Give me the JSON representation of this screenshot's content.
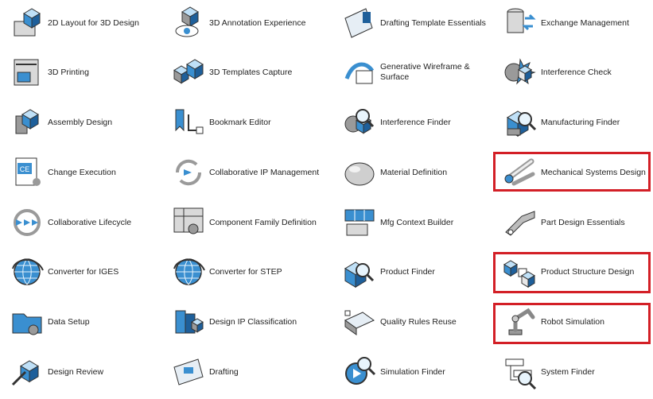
{
  "highlight_color": "#d31f26",
  "columns": [
    {
      "items": [
        {
          "label": "2D Layout for 3D Design",
          "icon": "2d-layout-icon"
        },
        {
          "label": "3D Printing",
          "icon": "3d-printer-icon"
        },
        {
          "label": "Assembly Design",
          "icon": "assembly-icon"
        },
        {
          "label": "Change Execution",
          "icon": "change-execution-icon"
        },
        {
          "label": "Collaborative Lifecycle",
          "icon": "lifecycle-icon"
        },
        {
          "label": "Converter for IGES",
          "icon": "globe-converter-icon"
        },
        {
          "label": "Data Setup",
          "icon": "folder-gear-icon"
        },
        {
          "label": "Design Review",
          "icon": "design-review-icon"
        }
      ]
    },
    {
      "items": [
        {
          "label": "3D Annotation Experience",
          "icon": "annotation-eye-icon"
        },
        {
          "label": "3D Templates Capture",
          "icon": "templates-cube-icon"
        },
        {
          "label": "Bookmark Editor",
          "icon": "bookmark-icon"
        },
        {
          "label": "Collaborative IP Management",
          "icon": "collab-arrows-icon"
        },
        {
          "label": "Component Family Definition",
          "icon": "component-family-icon"
        },
        {
          "label": "Converter for STEP",
          "icon": "globe-converter-icon"
        },
        {
          "label": "Design IP Classification",
          "icon": "classification-icon"
        },
        {
          "label": "Drafting",
          "icon": "drafting-sheet-icon"
        }
      ]
    },
    {
      "items": [
        {
          "label": "Drafting Template Essentials",
          "icon": "drafting-template-icon"
        },
        {
          "label": "Generative Wireframe & Surface",
          "icon": "wireframe-surface-icon"
        },
        {
          "label": "Interference Finder",
          "icon": "interference-finder-icon"
        },
        {
          "label": "Material Definition",
          "icon": "material-sphere-icon"
        },
        {
          "label": "Mfg Context Builder",
          "icon": "mfg-context-icon"
        },
        {
          "label": "Product Finder",
          "icon": "product-finder-icon"
        },
        {
          "label": "Quality Rules Reuse",
          "icon": "quality-rules-icon"
        },
        {
          "label": "Simulation Finder",
          "icon": "simulation-finder-icon"
        }
      ]
    },
    {
      "items": [
        {
          "label": "Exchange Management",
          "icon": "exchange-database-icon"
        },
        {
          "label": "Interference Check",
          "icon": "interference-check-icon"
        },
        {
          "label": "Manufacturing Finder",
          "icon": "manufacturing-finder-icon"
        },
        {
          "label": "Mechanical Systems Design",
          "icon": "mechanical-link-icon"
        },
        {
          "label": "Part Design Essentials",
          "icon": "part-bracket-icon"
        },
        {
          "label": "Product Structure Design",
          "icon": "product-structure-icon"
        },
        {
          "label": "Robot Simulation",
          "icon": "robot-arm-icon"
        },
        {
          "label": "System Finder",
          "icon": "system-finder-icon"
        }
      ]
    }
  ]
}
